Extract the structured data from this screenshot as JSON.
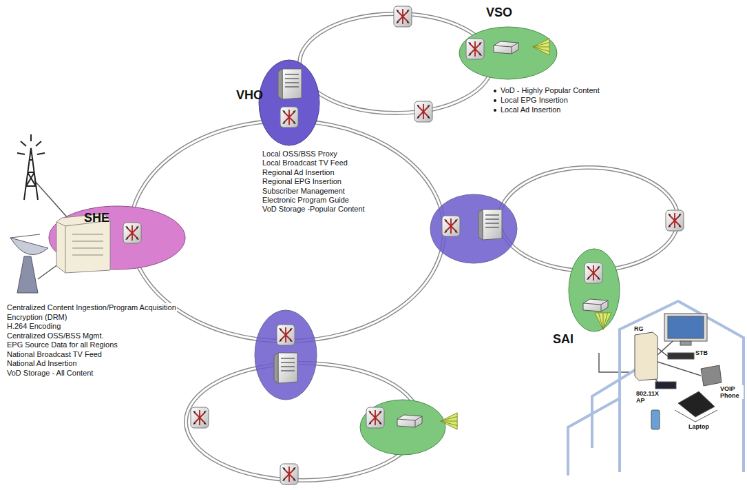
{
  "diagram": {
    "nodes": [
      {
        "text": [
          "SHE"
        ]
      },
      {
        "text": [
          "VHO"
        ]
      },
      {
        "text": [
          "VSO"
        ]
      },
      {
        "text": [
          "SAI"
        ]
      }
    ],
    "labels": [
      "Centralized Content Ingestion/Program Acquisition",
      "Encryption (DRM)",
      "H.264 Encoding",
      "Centralized OSS/BSS Mgmt.",
      "EPG Source Data for all Regions",
      "National Broadcast TV Feed",
      "National Ad Insertion",
      "VoD Storage - All Content",
      "Local OSS/BSS Proxy",
      "Local Broadcast TV Feed",
      "Regional Ad Insertion",
      "Regional EPG Insertion",
      "Subscriber Management",
      "Electronic Program Guide",
      "VoD Storage -Popular Content",
      "VoD - Highly Popular Content",
      "Local EPG Insertion",
      "Local Ad Insertion",
      "RG",
      "STB",
      "802.11X AP",
      "VOIP Phone",
      "Laptop"
    ]
  }
}
